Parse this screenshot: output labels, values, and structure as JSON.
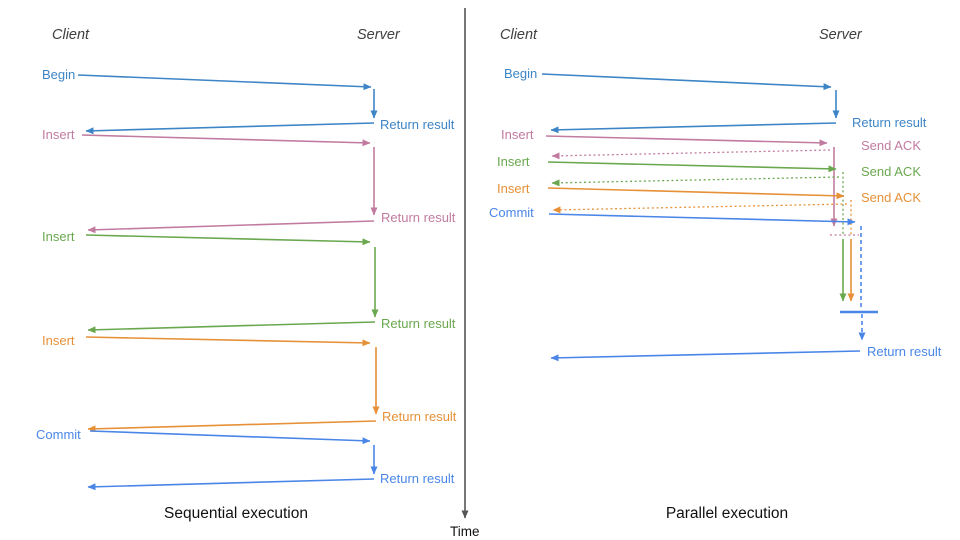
{
  "colors": {
    "begin_blue": "#3d85c6",
    "insert_pink": "#c27ba0",
    "insert_green": "#6aa84f",
    "insert_orange": "#e69138",
    "commit_blue": "#4a86e8",
    "axis_gray": "#555555",
    "heading_gray": "#3f3f3f",
    "title_black": "#111111"
  },
  "time_axis": {
    "label": "Time"
  },
  "sequential": {
    "title": "Sequential execution",
    "client_label": "Client",
    "server_label": "Server",
    "messages": [
      {
        "request": "Begin",
        "response": "Return result"
      },
      {
        "request": "Insert",
        "response": "Return result"
      },
      {
        "request": "Insert",
        "response": "Return result"
      },
      {
        "request": "Insert",
        "response": "Return result"
      },
      {
        "request": "Commit",
        "response": "Return result"
      }
    ]
  },
  "parallel": {
    "title": "Parallel execution",
    "client_label": "Client",
    "server_label": "Server",
    "messages": [
      {
        "request": "Begin",
        "response": "Return result"
      },
      {
        "request": "Insert",
        "response": "Send ACK"
      },
      {
        "request": "Insert",
        "response": "Send ACK"
      },
      {
        "request": "Insert",
        "response": "Send ACK"
      },
      {
        "request": "Commit",
        "response": "Return result"
      }
    ]
  }
}
